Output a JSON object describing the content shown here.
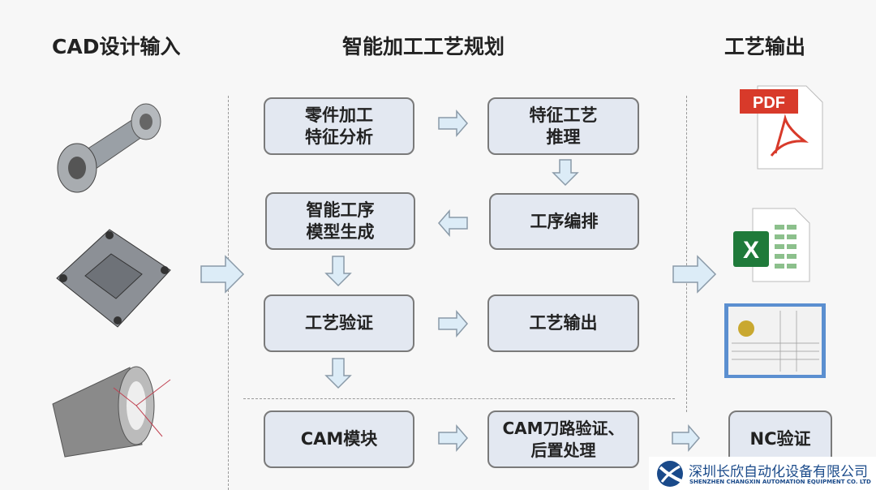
{
  "headers": {
    "input": "CAD设计输入",
    "planning": "智能加工工艺规划",
    "output": "工艺输出"
  },
  "boxes": {
    "feature_analysis": "零件加工\n特征分析",
    "feature_reasoning": "特征工艺\n推理",
    "sequencing": "工序编排",
    "model_generation": "智能工序\n模型生成",
    "verification": "工艺验证",
    "process_output": "工艺输出",
    "cam": "CAM模块",
    "cam_verify": "CAM刀路验证、\n后置处理",
    "nc": "NC验证"
  },
  "output_icons": {
    "pdf_label": "PDF",
    "excel_label": "X"
  },
  "logo": {
    "name_cn": "深圳长欣自动化设备有限公司",
    "name_en": "SHENZHEN CHANGXIN AUTOMATION EQUIPMENT CO. LTD"
  },
  "colors": {
    "box_fill": "#e3e8f1",
    "arrow_fill": "#dcecf7",
    "logo_blue": "#1a4a8a",
    "pdf_red": "#d83a2a",
    "excel_green": "#1f7a3a"
  }
}
